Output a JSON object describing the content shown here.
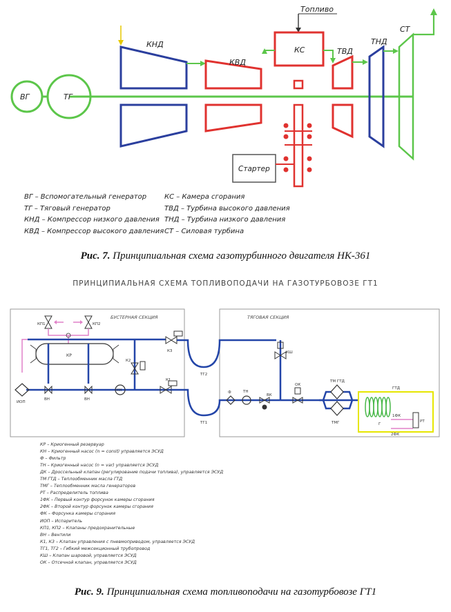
{
  "figure1": {
    "caption_num": "Рис. 7.",
    "caption_text": "Принципиальная схема газотурбинного двигателя НК-361",
    "labels": {
      "vg": "ВГ",
      "tg": "ТГ",
      "knd": "КНД",
      "kvd": "КВД",
      "ks": "КС",
      "tvd": "ТВД",
      "tnd": "ТНД",
      "st": "СТ",
      "fuel": "Топливо",
      "starter": "Стартер"
    },
    "legend_left": [
      "ВГ – Вспомогательный генератор",
      "ТГ – Тяговый генератор",
      "КНД – Компрессор низкого давления",
      "КВД – Компрессор высокого давления"
    ],
    "legend_right": [
      "КС – Камера сгорания",
      "ТВД – Турбина высокого давления",
      "ТНД – Турбина низкого давления",
      "СТ – Силовая турбина"
    ],
    "colors": {
      "shaft": "#5cc64a",
      "low": "#2b3f9e",
      "high": "#e0322f",
      "fuel": "#333333"
    }
  },
  "figure2": {
    "title": "ПРИНЦИПИАЛЬНАЯ СХЕМА ТОПЛИВОПОДАЧИ НА ГАЗОТУРБОВОЗЕ ГТ1",
    "caption_num": "Рис. 9.",
    "caption_text": "Принципиальная схема топливоподачи на газотурбовозе ГТ1",
    "sections": {
      "booster": "БУСТЕРНАЯ СЕКЦИЯ",
      "traction": "ТЯГОВАЯ СЕКЦИЯ"
    },
    "labels": {
      "kp1": "КП1",
      "kp2": "КП2",
      "kr": "КР",
      "iop": "ИОП",
      "vn1": "ВН",
      "vn2": "ВН",
      "kn": "КН",
      "k1": "К1",
      "k2": "К2",
      "k3": "К3",
      "tg1": "ТГ1",
      "tg2": "ТГ2",
      "f": "Ф",
      "tn": "ТН",
      "vk": "ВК",
      "ok": "ОК",
      "ksh": "КШ",
      "tmgtd": "ТМ ГТД",
      "tmg": "ТМГ",
      "gtd": "ГТД",
      "g": "Г",
      "f1k": "1ФК",
      "f2k": "2ФК",
      "rt": "РТ"
    },
    "legend": [
      "КР – Криогенный резервуар",
      "КН – Криогенный насос (n = const) управляется ЭСУД",
      "Ф – Фильтр",
      "ТН – Криогенный насос (n = var) управляется ЭСУД",
      "ДК – Дроссельный клапан (регулирование подачи топлива), управляется ЭСУД",
      "ТМ ГТД – Теплообменник масла ГТД",
      "ТМГ – Теплообменник масла генераторов",
      "РТ – Распределитель топлива",
      "1ФК – Первый контур форсунок камеры сгорания",
      "2ФК – Второй контур форсунок камеры сгорания",
      "ФК – Форсунка камеры сгорания",
      "ИОП – Испаритель",
      "КП1, КП2 – Клапаны предохранительные",
      "ВН – Вентили",
      "К1, К3 – Клапан управления с пневмоприводом, управляется ЭСУД",
      "ТГ1, ТГ2 – Гибкий межсекционный трубопровод",
      "КШ – Клапан шаровой, управляется ЭСУД",
      "ОК – Отсечной клапан, управляется ЭСУД"
    ],
    "colors": {
      "pipe": "#2345a8",
      "vent": "#e080c8",
      "gtd_box": "#e6e600",
      "coil": "#48b848"
    }
  }
}
